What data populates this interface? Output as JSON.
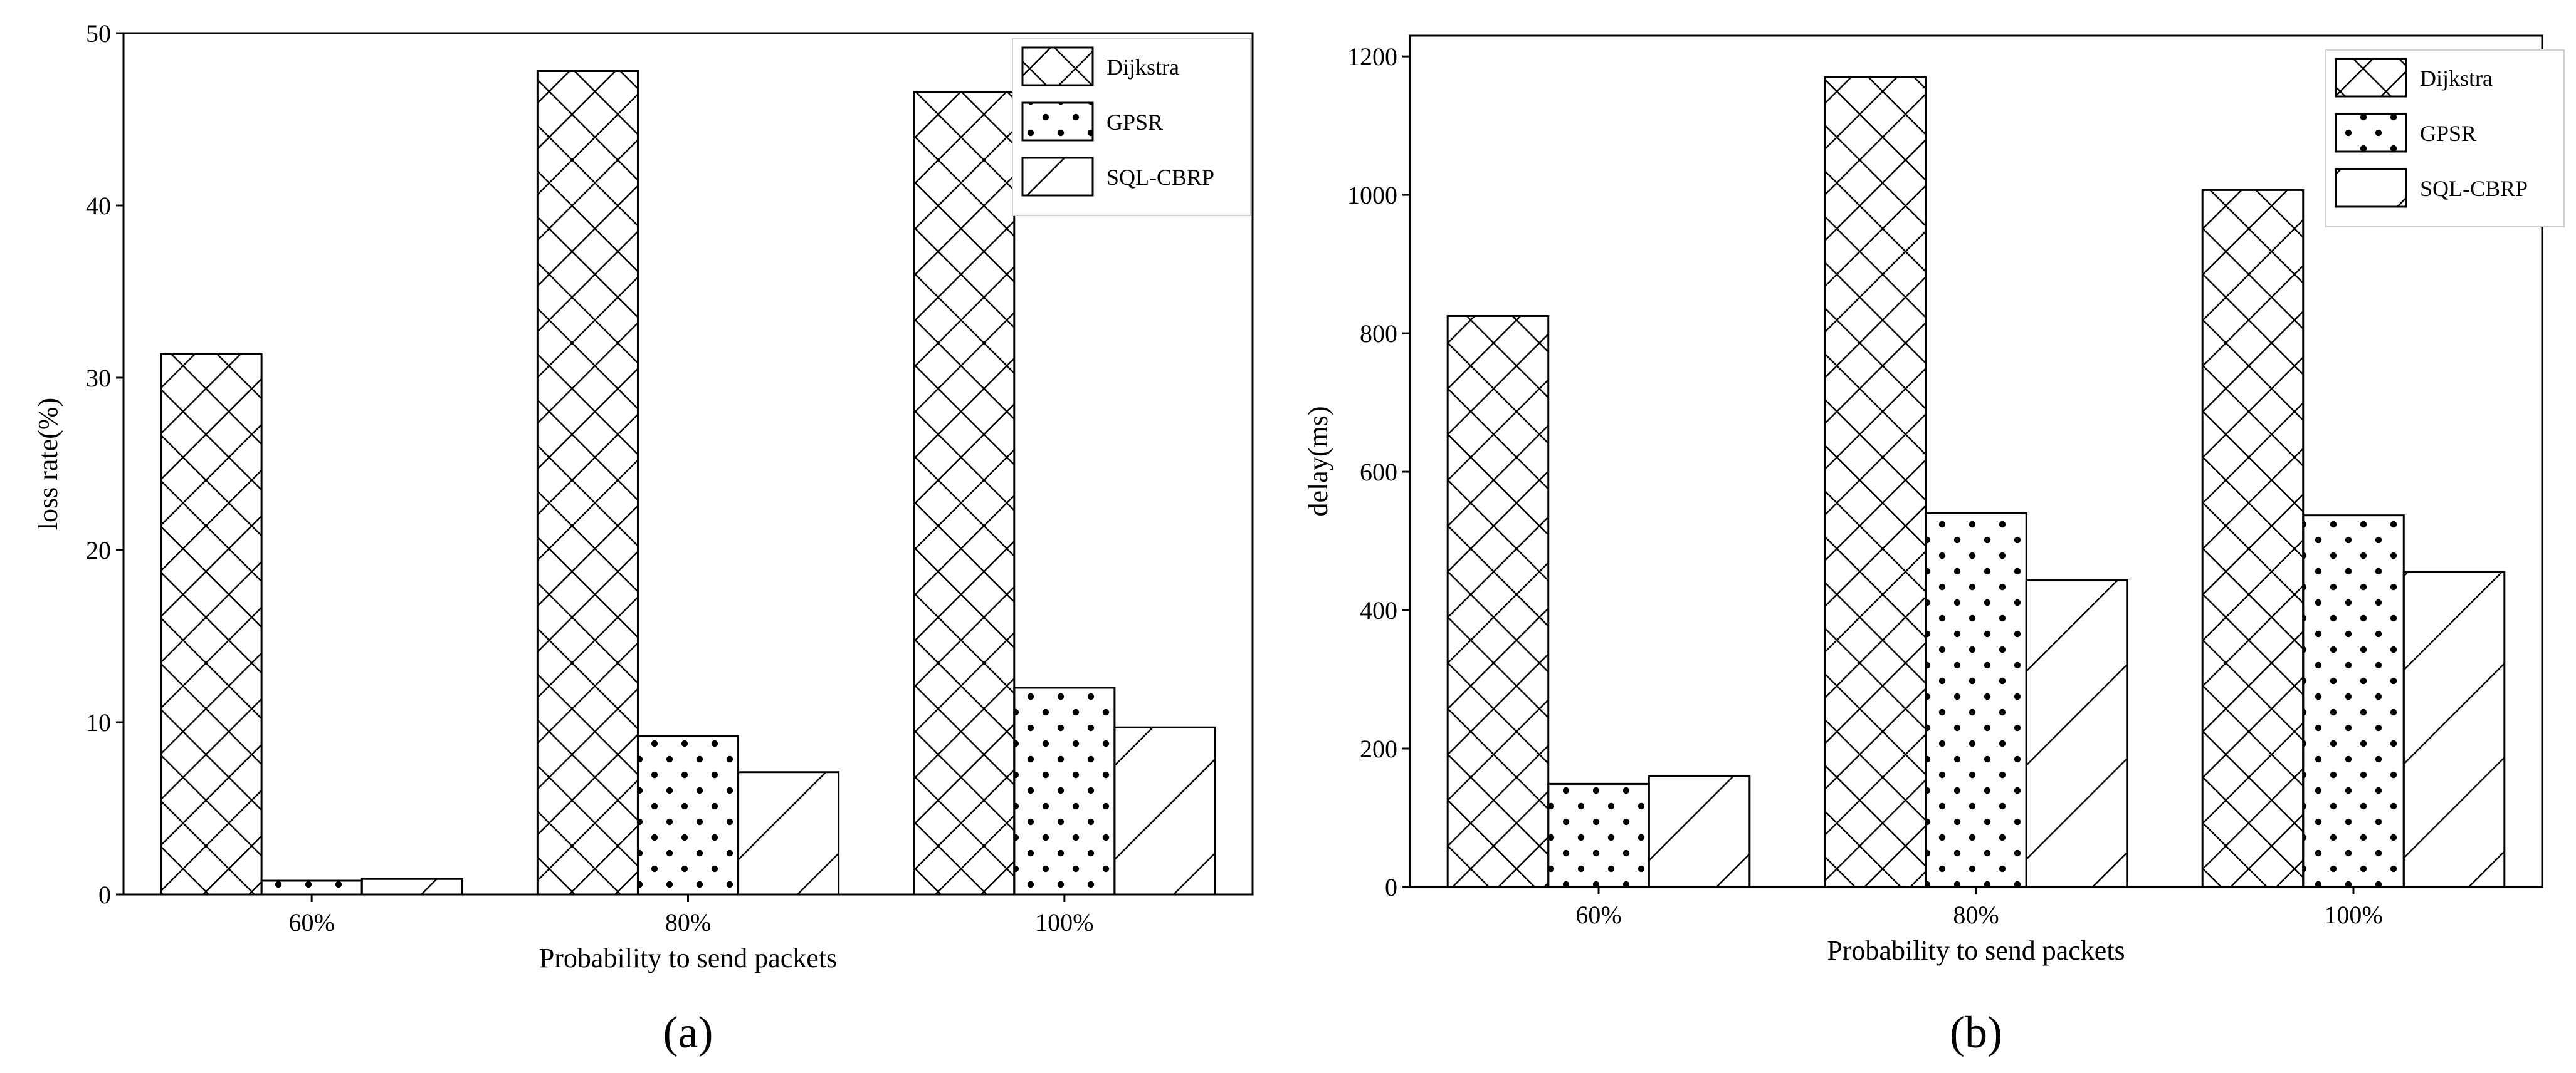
{
  "chart_data": [
    {
      "type": "bar",
      "panel_label": "(a)",
      "categories": [
        "60%",
        "80%",
        "100%"
      ],
      "series": [
        {
          "name": "Dijkstra",
          "pattern": "crosshatch",
          "values": [
            31.4,
            47.8,
            46.6
          ]
        },
        {
          "name": "GPSR",
          "pattern": "dots",
          "values": [
            0.8,
            9.2,
            12.0
          ]
        },
        {
          "name": "SQL-CBRP",
          "pattern": "diagonal",
          "values": [
            0.9,
            7.1,
            9.7
          ]
        }
      ],
      "xlabel": "Probability to send packets",
      "ylabel": "loss rate(%)",
      "ylim": [
        0,
        50
      ],
      "yticks": [
        "0",
        "10",
        "20",
        "30",
        "40",
        "50"
      ],
      "grid": false,
      "legend_position": "top-right"
    },
    {
      "type": "bar",
      "panel_label": "(b)",
      "categories": [
        "60%",
        "80%",
        "100%"
      ],
      "series": [
        {
          "name": "Dijkstra",
          "pattern": "crosshatch",
          "values": [
            825,
            1170,
            1007
          ]
        },
        {
          "name": "GPSR",
          "pattern": "dots",
          "values": [
            149,
            540,
            537
          ]
        },
        {
          "name": "SQL-CBRP",
          "pattern": "diagonal",
          "values": [
            160,
            443,
            455
          ]
        }
      ],
      "xlabel": "Probability to send packets",
      "ylabel": "delay(ms)",
      "ylim": [
        0,
        1230
      ],
      "yticks": [
        "0",
        "200",
        "400",
        "600",
        "800",
        "1000",
        "1200"
      ],
      "grid": false,
      "legend_position": "top-right"
    }
  ]
}
